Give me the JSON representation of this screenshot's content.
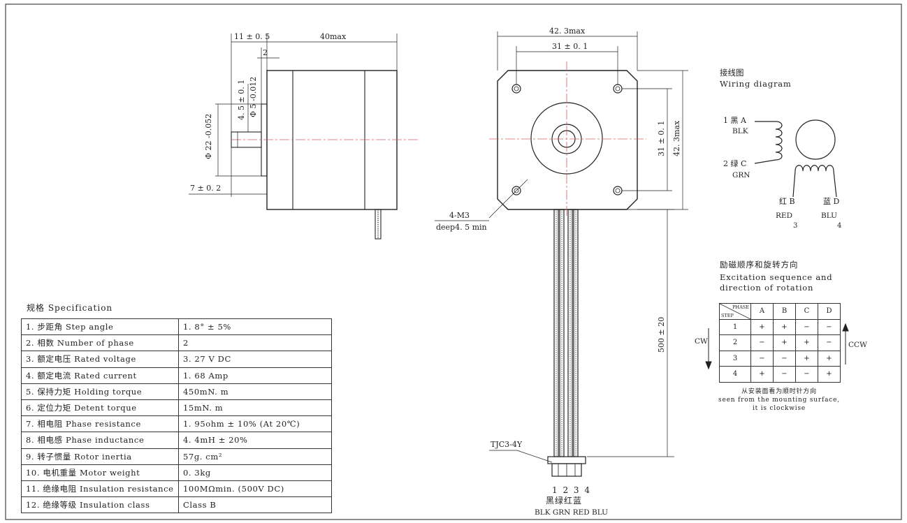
{
  "side_view": {
    "dim_flange": "11 ± 0. 5",
    "dim_length": "40max",
    "dim_step": "2",
    "dim_boss_offset": "4. 5 ± 0. 1",
    "dim_shaft": "Φ 5 -0.012",
    "dim_pilot": "Φ 22 -0.052",
    "dim_shaft_len": "7 ± 0. 2"
  },
  "front_view": {
    "dim_body_width": "42. 3max",
    "dim_hole_spacing": "31 ± 0. 1",
    "dim_hole_spacing_v": "31 ± 0. 1",
    "dim_body_height": "42. 3max",
    "hole_label_1": "4-M3",
    "hole_label_2": "deep4. 5 min",
    "dim_lead_length": "500 ± 20",
    "connector_label": "TJC3-4Y",
    "pin_numbers": "1 2 3 4",
    "pin_colors_cn": "黑绿红蓝",
    "pin_colors_en": "BLK GRN RED BLU"
  },
  "wiring": {
    "title_cn": "接线图",
    "title_en": "Wiring diagram",
    "a_label": "1  黑 A",
    "a_color": "BLK",
    "c_label": "2  绿 C",
    "c_color": "GRN",
    "b_label": "红  B",
    "b_color": "RED",
    "b_num": "3",
    "d_label": "蓝  D",
    "d_color": "BLU",
    "d_num": "4"
  },
  "excitation": {
    "title_cn": "励磁顺序和旋转方向",
    "title_en_1": "Excitation sequence and",
    "title_en_2": "direction of rotation",
    "phase_label": "PHASE",
    "step_label": "STEP",
    "columns": [
      "A",
      "B",
      "C",
      "D"
    ],
    "rows": [
      {
        "step": "1",
        "cells": [
          "+",
          "+",
          "−",
          "−"
        ]
      },
      {
        "step": "2",
        "cells": [
          "−",
          "+",
          "+",
          "−"
        ]
      },
      {
        "step": "3",
        "cells": [
          "−",
          "−",
          "+",
          "+"
        ]
      },
      {
        "step": "4",
        "cells": [
          "+",
          "−",
          "−",
          "+"
        ]
      }
    ],
    "cw": "CW",
    "ccw": "CCW",
    "note_cn": "从安装面看为顺时针方向",
    "note_en_1": "seen from the mounting surface,",
    "note_en_2": "it is clockwise"
  },
  "specification": {
    "title": "规格 Specification",
    "rows": [
      {
        "name": "1. 步距角 Step angle",
        "value": "1. 8° ± 5%"
      },
      {
        "name": "2. 相数 Number of phase",
        "value": "2"
      },
      {
        "name": "3. 额定电压 Rated voltage",
        "value": "3. 27 V DC"
      },
      {
        "name": "4. 额定电流 Rated current",
        "value": "1. 68 Amp"
      },
      {
        "name": "5. 保持力矩 Holding torque",
        "value": "450mN. m"
      },
      {
        "name": "6. 定位力矩 Detent torque",
        "value": "15mN. m"
      },
      {
        "name": "7. 相电阻 Phase resistance",
        "value": "1. 95ohm ± 10% (At 20℃)"
      },
      {
        "name": "8. 相电感 Phase inductance",
        "value": "4. 4mH ± 20%"
      },
      {
        "name": "9. 转子惯量 Rotor inertia",
        "value": "57g. cm²"
      },
      {
        "name": "10. 电机重量 Motor weight",
        "value": "0. 3kg"
      },
      {
        "name": "11. 绝缘电阻 Insulation resistance",
        "value": "100MΩmin. (500V DC)"
      },
      {
        "name": "12. 绝缘等级 Insulation class",
        "value": "Class B"
      }
    ]
  }
}
